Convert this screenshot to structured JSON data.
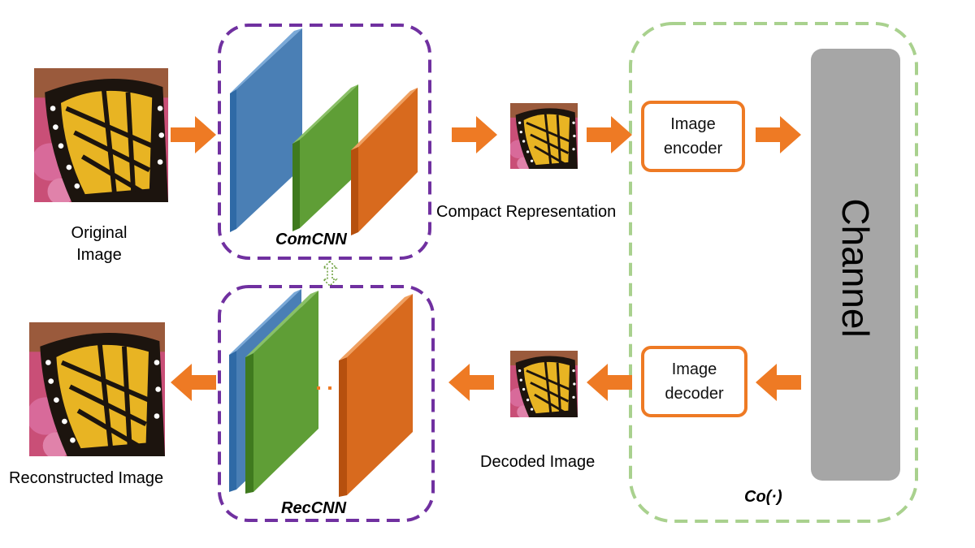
{
  "labels": {
    "original_line1": "Original",
    "original_line2": "Image",
    "compact": "Compact Representation",
    "decoded": "Decoded Image",
    "reconstructed": "Reconstructed Image",
    "comcnn": "ComCNN",
    "reccnn": "RecCNN",
    "co": "Co(·)",
    "channel": "Channel",
    "encoder_line1": "Image",
    "encoder_line2": "encoder",
    "decoder_line1": "Image",
    "decoder_line2": "decoder",
    "dots": "· ·"
  },
  "colors": {
    "arrow": "#ee7a24",
    "cnn_border": "#7030a0",
    "co_border": "#a9d18e",
    "layer_blue": "#4a7fb5",
    "layer_green": "#5f9e36",
    "layer_orange": "#d86a1e",
    "channel_fill": "#a6a6a6"
  }
}
